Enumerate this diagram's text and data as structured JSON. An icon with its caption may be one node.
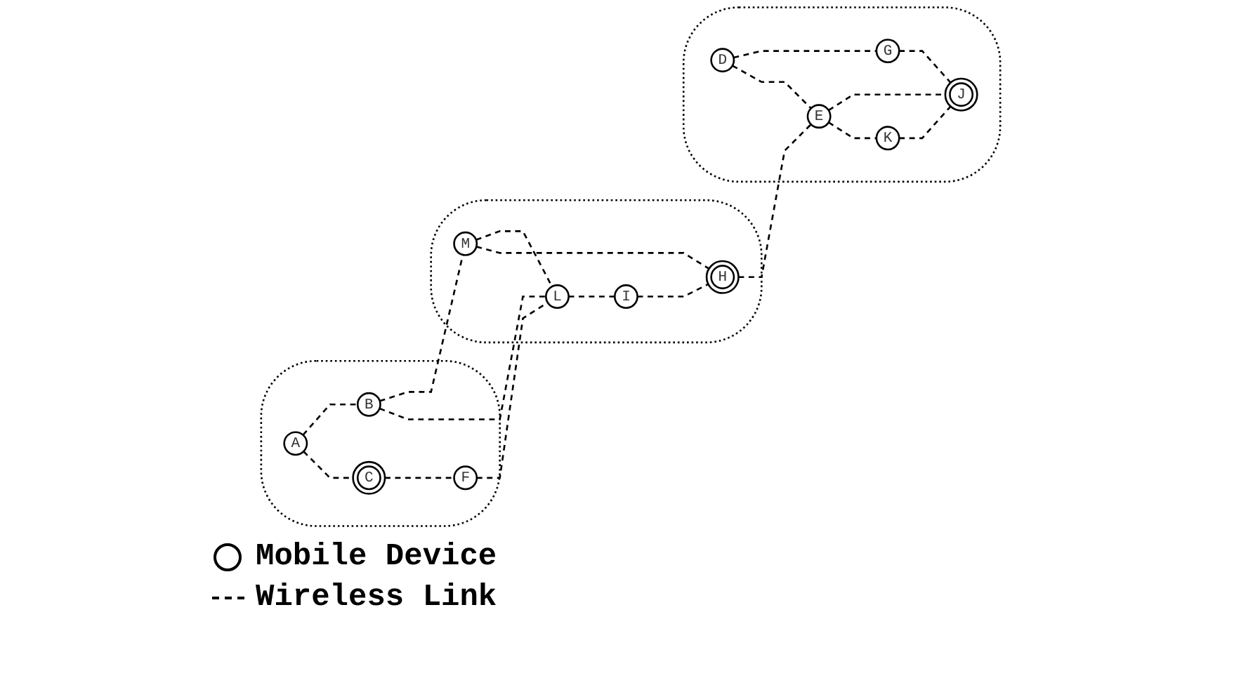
{
  "diagram": {
    "nodes": [
      {
        "text": [],
        "shape": "cloud"
      },
      {
        "text": [
          "A"
        ],
        "in": 0
      },
      {
        "text": [
          "B"
        ],
        "in": 0
      },
      {
        "text": [
          "C"
        ],
        "in": 0
      },
      {
        "text": [
          "F"
        ],
        "in": 0
      },
      {
        "text": [],
        "shape": "cloud"
      },
      {
        "text": [
          "M"
        ],
        "in": 5
      },
      {
        "text": [
          "L"
        ],
        "in": 5
      },
      {
        "text": [
          "H"
        ],
        "in": 5
      },
      {
        "text": [
          "I"
        ],
        "in": 5
      },
      {
        "text": [],
        "shape": "cloud"
      },
      {
        "text": [
          "D"
        ],
        "in": 10
      },
      {
        "text": [
          "G"
        ],
        "in": 10
      },
      {
        "text": [
          "E"
        ],
        "in": 10
      },
      {
        "text": [
          "J"
        ],
        "in": 10
      },
      {
        "text": [
          "K"
        ],
        "in": 10
      }
    ],
    "edges": [
      {
        "from": 1,
        "to": 2,
        "arrow": "none",
        "style": "dashed"
      },
      {
        "from": 1,
        "to": 3,
        "arrow": "none",
        "style": "dashed"
      },
      {
        "from": 2,
        "to": 6,
        "arrow": "none",
        "style": "dashed"
      },
      {
        "from": 2,
        "to": 7,
        "arrow": "none",
        "style": "dashed"
      },
      {
        "from": 6,
        "to": 7,
        "arrow": "none",
        "style": "dashed"
      },
      {
        "from": 6,
        "to": 8,
        "arrow": "none",
        "style": "dashed"
      },
      {
        "from": 3,
        "to": 4,
        "arrow": "none",
        "style": "dashed"
      },
      {
        "from": 4,
        "to": 7,
        "arrow": "none",
        "style": "dashed"
      },
      {
        "from": 7,
        "to": 9,
        "arrow": "none",
        "style": "dashed"
      },
      {
        "from": 9,
        "to": 8,
        "arrow": "none",
        "style": "dashed"
      },
      {
        "from": 8,
        "to": 13,
        "arrow": "none",
        "style": "dashed"
      },
      {
        "from": 11,
        "to": 12,
        "arrow": "none",
        "style": "dashed"
      },
      {
        "from": 11,
        "to": 13,
        "arrow": "none",
        "style": "dashed"
      },
      {
        "from": 12,
        "to": 14,
        "arrow": "none",
        "style": "dashed"
      },
      {
        "from": 13,
        "to": 14,
        "arrow": "none",
        "style": "dashed"
      },
      {
        "from": 13,
        "to": 15,
        "arrow": "none",
        "style": "dashed"
      },
      {
        "from": 15,
        "to": 14,
        "arrow": "none",
        "style": "dashed"
      }
    ],
    "legend": [
      {
        "text": "Mobile Device"
      },
      {
        "text": "Wireless Link"
      }
    ]
  }
}
